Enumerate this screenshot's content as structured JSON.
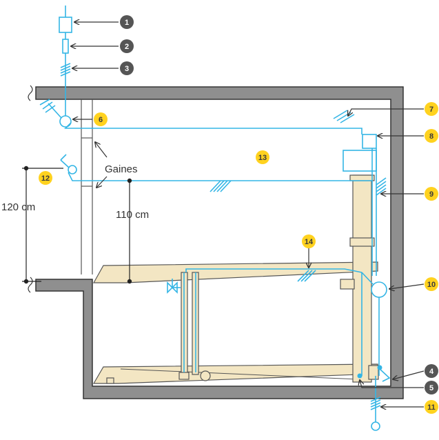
{
  "colors": {
    "wall": "#8f8f8f",
    "wall_edge": "#333333",
    "pipe": "#33b5e5",
    "beam": "#f3e6c3",
    "beam_edge": "#555555",
    "badge_dark": "#555555",
    "badge_yellow": "#ffd21f"
  },
  "labels": {
    "gaines": "Gaines",
    "h120": "120 cm",
    "h110": "110 cm"
  },
  "callouts": [
    {
      "num": "1",
      "style": "dark"
    },
    {
      "num": "2",
      "style": "dark"
    },
    {
      "num": "3",
      "style": "dark"
    },
    {
      "num": "4",
      "style": "dark"
    },
    {
      "num": "5",
      "style": "dark"
    },
    {
      "num": "6",
      "style": "yellow"
    },
    {
      "num": "7",
      "style": "yellow"
    },
    {
      "num": "8",
      "style": "yellow"
    },
    {
      "num": "9",
      "style": "yellow"
    },
    {
      "num": "10",
      "style": "yellow"
    },
    {
      "num": "11",
      "style": "yellow"
    },
    {
      "num": "12",
      "style": "yellow"
    },
    {
      "num": "13",
      "style": "yellow"
    },
    {
      "num": "14",
      "style": "yellow"
    }
  ]
}
